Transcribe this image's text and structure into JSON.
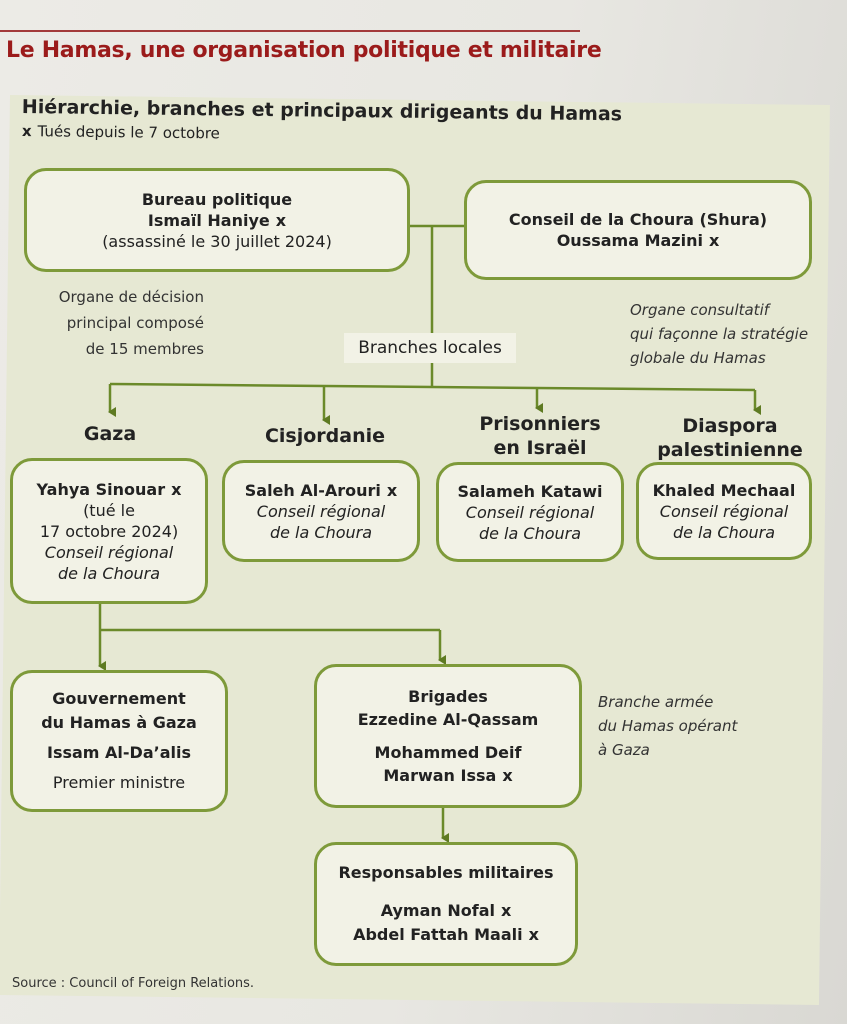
{
  "title": "Le Hamas, une organisation politique et militaire",
  "subtitle": "Hiérarchie, branches et principaux dirigeants du Hamas",
  "legend": {
    "mark": "x",
    "text": "Tués depuis le 7 octobre"
  },
  "killed_mark": "x",
  "colors": {
    "title": "#9b1b1b",
    "border": "#7e9a3a",
    "panel": "#e6e8d3",
    "box": "#f2f2e6"
  },
  "bureau": {
    "title": "Bureau politique",
    "leader": "Ismaïl Haniye",
    "note": "(assassiné le 30 juillet 2024)"
  },
  "bureau_desc": [
    "Organe de décision",
    "principal composé",
    "de 15 membres"
  ],
  "choura": {
    "title": "Conseil de la Choura (Shura)",
    "leader": "Oussama Mazini"
  },
  "choura_desc": [
    "Organe consultatif",
    "qui façonne la stratégie",
    "globale du Hamas"
  ],
  "branches_label": "Branches locales",
  "branches": {
    "gaza": {
      "heading": "Gaza",
      "leader": "Yahya Sinouar",
      "note": [
        "(tué le",
        "17 octobre 2024)"
      ],
      "role": [
        "Conseil régional",
        "de la Choura"
      ]
    },
    "cisjordanie": {
      "heading": "Cisjordanie",
      "leader": "Saleh Al-Arouri",
      "role": [
        "Conseil régional",
        "de la Choura"
      ]
    },
    "prisonniers": {
      "heading": [
        "Prisonniers",
        "en Israël"
      ],
      "leader": "Salameh Katawi",
      "role": [
        "Conseil régional",
        "de la Choura"
      ]
    },
    "diaspora": {
      "heading": [
        "Diaspora",
        "palestinienne"
      ],
      "leader": "Khaled Mechaal",
      "role": [
        "Conseil régional",
        "de la Choura"
      ]
    }
  },
  "gouvernement": {
    "title": [
      "Gouvernement",
      "du Hamas à Gaza"
    ],
    "leader": "Issam Al-Da’alis",
    "role": "Premier ministre"
  },
  "brigades": {
    "title": [
      "Brigades",
      "Ezzedine Al-Qassam"
    ],
    "leaders": [
      "Mohammed Deif",
      "Marwan Issa"
    ]
  },
  "brigades_desc": [
    "Branche armée",
    "du Hamas opérant",
    "à Gaza"
  ],
  "militaires": {
    "title": "Responsables militaires",
    "leaders": [
      "Ayman Nofal",
      "Abdel Fattah Maali"
    ]
  },
  "source": "Source : Council of Foreign Relations."
}
